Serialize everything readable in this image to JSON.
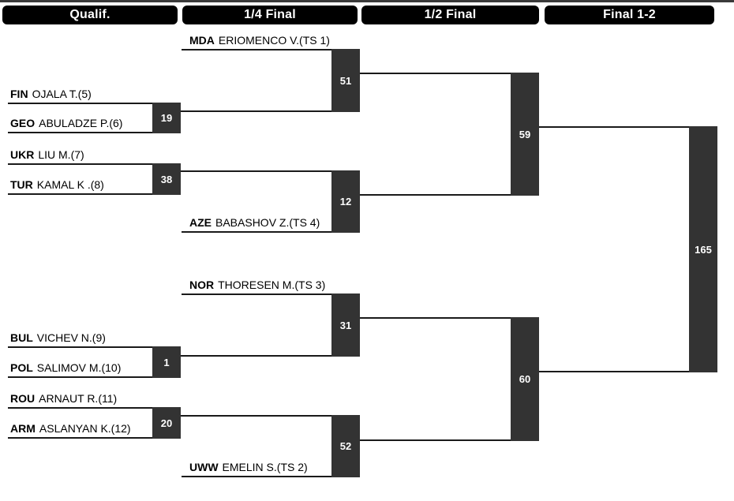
{
  "headers": [
    {
      "label": "Qualif."
    },
    {
      "label": "1/4 Final"
    },
    {
      "label": "1/2 Final"
    },
    {
      "label": "Final 1-2"
    }
  ],
  "bracket": {
    "qualif": {
      "players": [
        {
          "noc": "FIN",
          "name": "OJALA T.(5)"
        },
        {
          "noc": "GEO",
          "name": "ABULADZE P.(6)"
        },
        {
          "noc": "UKR",
          "name": "LIU M.(7)"
        },
        {
          "noc": "TUR",
          "name": "KAMAL K .(8)"
        },
        {
          "noc": "BUL",
          "name": "VICHEV N.(9)"
        },
        {
          "noc": "POL",
          "name": "SALIMOV M.(10)"
        },
        {
          "noc": "ROU",
          "name": "ARNAUT R.(11)"
        },
        {
          "noc": "ARM",
          "name": "ASLANYAN K.(12)"
        }
      ],
      "match_numbers": [
        "19",
        "38",
        "1",
        "20"
      ]
    },
    "quarterfinal": {
      "seeds": [
        {
          "noc": "MDA",
          "name": "ERIOMENCO V.(TS 1)"
        },
        {
          "noc": "AZE",
          "name": "BABASHOV Z.(TS 4)"
        },
        {
          "noc": "NOR",
          "name": "THORESEN M.(TS 3)"
        },
        {
          "noc": "UWW",
          "name": "EMELIN S.(TS 2)"
        }
      ],
      "match_numbers": [
        "51",
        "12",
        "31",
        "52"
      ]
    },
    "semifinal": {
      "match_numbers": [
        "59",
        "60"
      ]
    },
    "final": {
      "match_numbers": [
        "165"
      ]
    }
  },
  "colors": {
    "box": "#333333",
    "pill": "#000000",
    "line": "#1a1a1a"
  }
}
